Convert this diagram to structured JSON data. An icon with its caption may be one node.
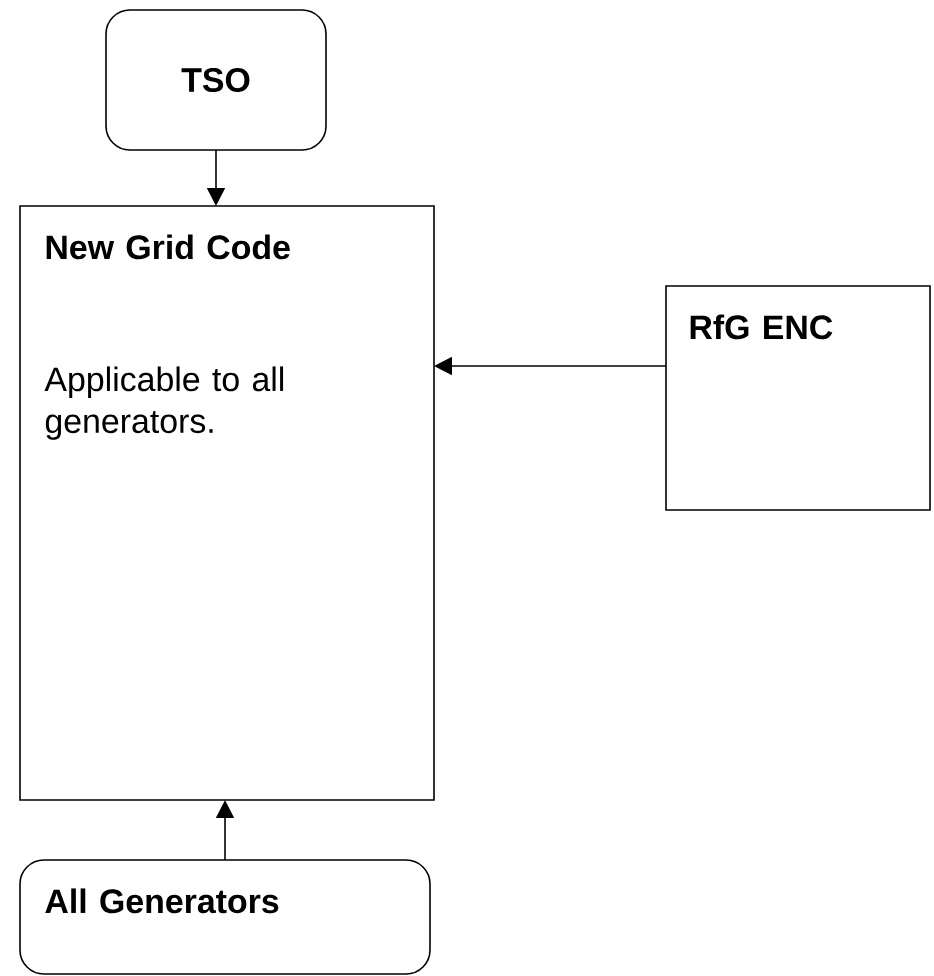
{
  "diagram": {
    "nodes": [
      {
        "text": [
          "TSO"
        ]
      },
      {
        "text": [
          "New Grid Code",
          "Applicable to all generators."
        ]
      },
      {
        "text": [
          "RfG ENC"
        ]
      },
      {
        "text": [
          "All Generators"
        ]
      }
    ],
    "edges": [
      {
        "from": 0,
        "to": 1,
        "arrow": "to"
      },
      {
        "from": 2,
        "to": 1,
        "arrow": "to"
      },
      {
        "from": 3,
        "to": 1,
        "arrow": "to"
      }
    ]
  }
}
